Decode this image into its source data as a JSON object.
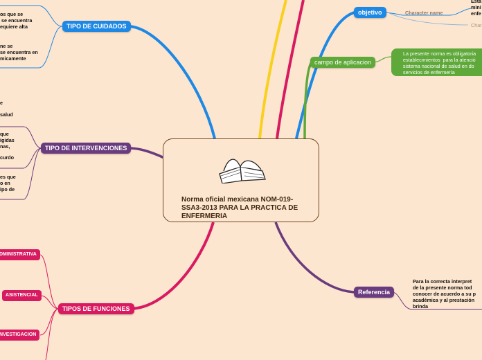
{
  "center": {
    "title": "Norma oficial mexicana NOM-019-SSA3-2013 PARA LA PRACTICA DE ENFERMERIA",
    "icon": "open-book-icon"
  },
  "colors": {
    "background": "#fde6cf",
    "blue": "#1e88e5",
    "green": "#5fa83a",
    "purple": "#6a3b7e",
    "magenta": "#d81b60",
    "yellow": "#f9d020"
  },
  "branches": {
    "tipo_cuidados": {
      "label": "TIPO DE CUIDADOS",
      "notes": [
        "os que se\n se encuentra\nequiere alta",
        "ne se\nse encuentra en\nmicamente"
      ]
    },
    "tipo_intervenciones": {
      "label": "TIPO DE INTERVENCIONES",
      "notes": [
        "e",
        "salud",
        "que\nigidas\nnas,",
        "curdo",
        "es que\no en\nipo de"
      ]
    },
    "tipos_funciones": {
      "label": "TIPOS DE FUNCIONES",
      "children": [
        "DMINISTRATIVA",
        "ASISTENCIAL",
        "NVESTIGACION"
      ]
    },
    "objetivo": {
      "label": "objetivo",
      "character_name": "Character name",
      "character_name_2": "Char",
      "note": "Esta\nmini\nenfe"
    },
    "campo": {
      "label": "campo de aplicacion",
      "text": "La presente norma es obligatoria\nestablecimientos  para la atenció\nsistema nacional de salud en do\nservicios de enfermería"
    },
    "referencia": {
      "label": "Referencia",
      "text": "Para la correcta interpret\nde la presente norma tod\nconocer de acuerdo a su p\nacadémica y al prestación\nbrinda"
    }
  }
}
